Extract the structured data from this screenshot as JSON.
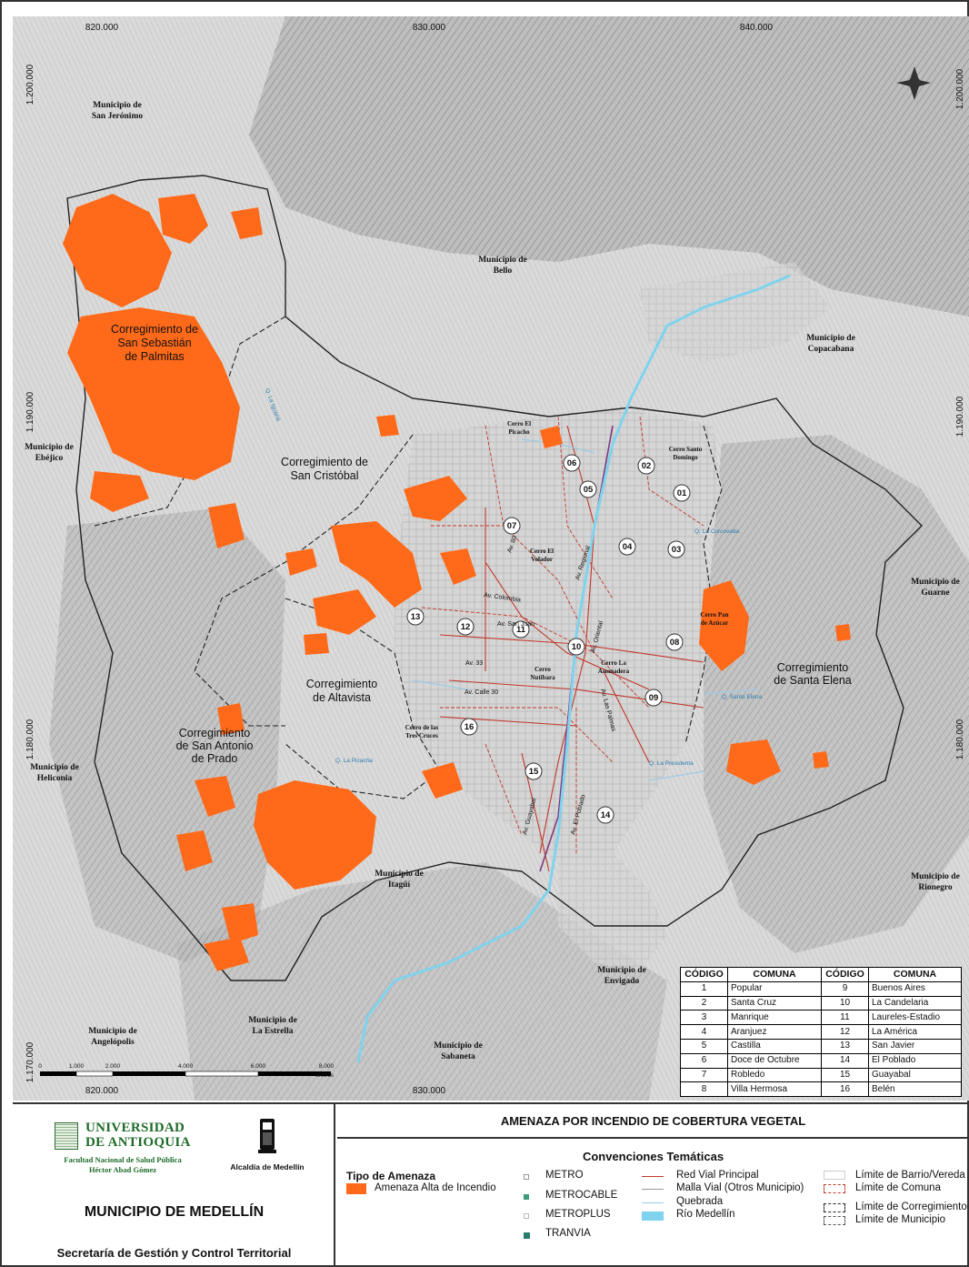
{
  "map": {
    "grid": {
      "x_ticks": [
        "820.000",
        "830.000",
        "840.000"
      ],
      "y_ticks": [
        "1.200.000",
        "1.190.000",
        "1.180.000",
        "1.170.000"
      ]
    },
    "municipios": [
      "Municipio de",
      "San Jerónimo",
      "Bello",
      "Copacabana",
      "Ebéjico",
      "Guarne",
      "Heliconia",
      "Rionegro",
      "Itagüí",
      "Envigado",
      "La Estrella",
      "Sabaneta",
      "Angelópolis"
    ],
    "corregimientos": {
      "prefix": "Corregimiento de",
      "palmitas": [
        "Corregimiento de",
        "San Sebastián",
        "de Palmitas"
      ],
      "san_cristobal": [
        "Corregimiento de",
        "San Cristóbal"
      ],
      "altavista": [
        "Corregimiento",
        "de Altavista"
      ],
      "san_antonio": [
        "Corregimiento",
        "de San Antonio",
        "de Prado"
      ],
      "santa_elena": [
        "Corregimiento",
        "de Santa Elena"
      ]
    },
    "cerros": [
      "Cerro El",
      "Picacho",
      "Cerro Santo",
      "Domingo",
      "Volador",
      "Cerro Pan",
      "de Azúcar",
      "Cerro",
      "Nutibara",
      "Cerro La",
      "Asomadera",
      "Cerro de las",
      "Tres Cruces"
    ],
    "roads": [
      "Av. 80",
      "Av. Regional",
      "Av. Colombia",
      "Av. San Juan",
      "Av. 33",
      "Av. Calle 30",
      "Av. Guayabal",
      "Av. El Poblado",
      "Av. Oriental",
      "Av. Las Palmas"
    ],
    "rivers": [
      "Q. La Iguaná",
      "Q. La Presidenta",
      "Q. La Picacha",
      "Q. Santa Elena",
      "Q. La Corcovada"
    ],
    "comuna_codes": [
      "01",
      "02",
      "03",
      "04",
      "05",
      "06",
      "07",
      "08",
      "09",
      "10",
      "11",
      "12",
      "13",
      "14",
      "15",
      "16"
    ],
    "scale": {
      "ticks": [
        "0",
        "1.000",
        "2.000",
        "4.000",
        "6.000",
        "8.000"
      ],
      "unit": "Metros"
    }
  },
  "comuna_table": {
    "headers": [
      "CÓDIGO",
      "COMUNA",
      "CÓDIGO",
      "COMUNA"
    ],
    "left": [
      {
        "code": "1",
        "name": "Popular"
      },
      {
        "code": "2",
        "name": "Santa Cruz"
      },
      {
        "code": "3",
        "name": "Manrique"
      },
      {
        "code": "4",
        "name": "Aranjuez"
      },
      {
        "code": "5",
        "name": "Castilla"
      },
      {
        "code": "6",
        "name": "Doce de Octubre"
      },
      {
        "code": "7",
        "name": "Robledo"
      },
      {
        "code": "8",
        "name": "Villa Hermosa"
      }
    ],
    "right": [
      {
        "code": "9",
        "name": "Buenos Aires"
      },
      {
        "code": "10",
        "name": "La Candelaria"
      },
      {
        "code": "11",
        "name": "Laureles-Estadio"
      },
      {
        "code": "12",
        "name": "La América"
      },
      {
        "code": "13",
        "name": "San Javier"
      },
      {
        "code": "14",
        "name": "El Poblado"
      },
      {
        "code": "15",
        "name": "Guayabal"
      },
      {
        "code": "16",
        "name": "Belén"
      }
    ]
  },
  "institution": {
    "university_line1": "UNIVERSIDAD",
    "university_line2": "DE ANTIOQUIA",
    "faculty_line1": "Facultad Nacional de Salud Pública",
    "faculty_line2": "Héctor Abad Gómez",
    "alcaldia": "Alcaldía de Medellín",
    "municipio": "MUNICIPIO DE MEDELLÍN",
    "secretaria": "Secretaría de Gestión y Control Territorial"
  },
  "legend": {
    "title": "AMENAZA POR INCENDIO DE COBERTURA VEGETAL",
    "conventions_title": "Convenciones Temáticas",
    "threat_heading": "Tipo de Amenaza",
    "threat_item": "Amenaza Alta de Incendio",
    "transport": [
      "METRO",
      "METROCABLE",
      "METROPLUS",
      "TRANVIA"
    ],
    "lines": [
      "Red Vial Principal",
      "Malla Vial (Otros Municipio)",
      "Quebrada",
      "Río Medellín"
    ],
    "limits": [
      "Límite de Barrio/Vereda",
      "Límite de Comuna",
      "Límite de Corregimiento",
      "Límite de Municipio"
    ],
    "colors": {
      "threat": "#ff6a1a",
      "river": "#7fd3ee",
      "road": "#c0392b",
      "limit_comuna": "#c0392b",
      "limit_dark": "#222222"
    }
  }
}
